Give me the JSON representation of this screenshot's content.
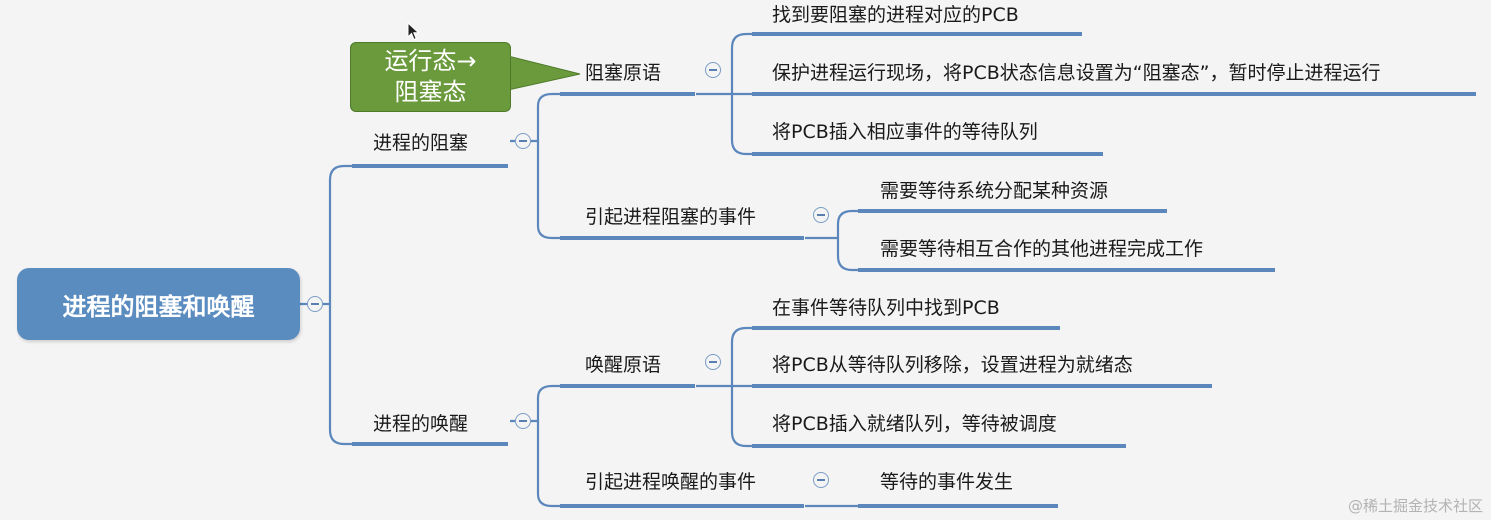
{
  "root": {
    "label": "进程的阻塞和唤醒"
  },
  "branches": [
    {
      "label": "进程的阻塞",
      "children": [
        {
          "label": "阻塞原语",
          "items": [
            "找到要阻塞的进程对应的PCB",
            "保护进程运行现场，将PCB状态信息设置为“阻塞态”，暂时停止进程运行",
            "将PCB插入相应事件的等待队列"
          ]
        },
        {
          "label": "引起进程阻塞的事件",
          "items": [
            "需要等待系统分配某种资源",
            "需要等待相互合作的其他进程完成工作"
          ]
        }
      ]
    },
    {
      "label": "进程的唤醒",
      "children": [
        {
          "label": "唤醒原语",
          "items": [
            "在事件等待队列中找到PCB",
            "将PCB从等待队列移除，设置进程为就绪态",
            "将PCB插入就绪队列，等待被调度"
          ]
        },
        {
          "label": "引起进程唤醒的事件",
          "items": [
            "等待的事件发生"
          ]
        }
      ]
    }
  ],
  "callout": {
    "line1": "运行态→",
    "line2": "阻塞态"
  },
  "watermark": "@稀土掘金技术社区",
  "colors": {
    "line": "#5b87bd",
    "root_fill": "#5b8cc0",
    "callout_fill": "#6a9a3c"
  }
}
